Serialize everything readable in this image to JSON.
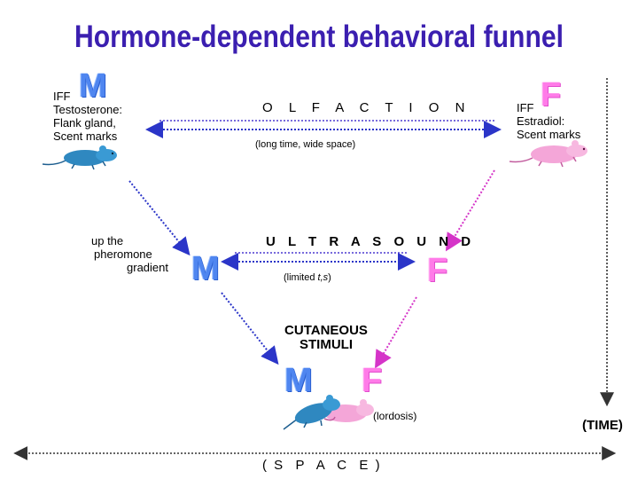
{
  "title": "Hormone-dependent behavioral funnel",
  "male_top": {
    "letter": "M",
    "lines": [
      "IFF",
      "Testosterone:",
      "Flank gland,",
      "Scent marks"
    ]
  },
  "female_top": {
    "letter": "F",
    "lines": [
      "IFF",
      "Estradiol:",
      "Scent marks"
    ]
  },
  "olfaction": {
    "label": "O L F A C T I O N",
    "caption": "(long time, wide space)"
  },
  "gradient": {
    "lines": [
      "up the",
      "pheromone",
      "gradient"
    ]
  },
  "male_mid": {
    "letter": "M"
  },
  "female_mid": {
    "letter": "F"
  },
  "ultrasound": {
    "label": "U L T R A S O U N D",
    "caption_prefix": "(limited ",
    "caption_italic": "t,s",
    "caption_suffix": ")"
  },
  "cutaneous": {
    "lines": [
      "CUTANEOUS",
      "STIMULI"
    ]
  },
  "male_bottom": {
    "letter": "M"
  },
  "female_bottom": {
    "letter": "F"
  },
  "lordosis": "(lordosis)",
  "time_label": "(TIME)",
  "space_label": "( S  P  A  C  E )",
  "colors": {
    "title": "#3b1fb0",
    "male": "#4f86f0",
    "female": "#ff7be8",
    "arrow_blue": "#2b35c8",
    "arrow_magenta": "#d534c8"
  }
}
